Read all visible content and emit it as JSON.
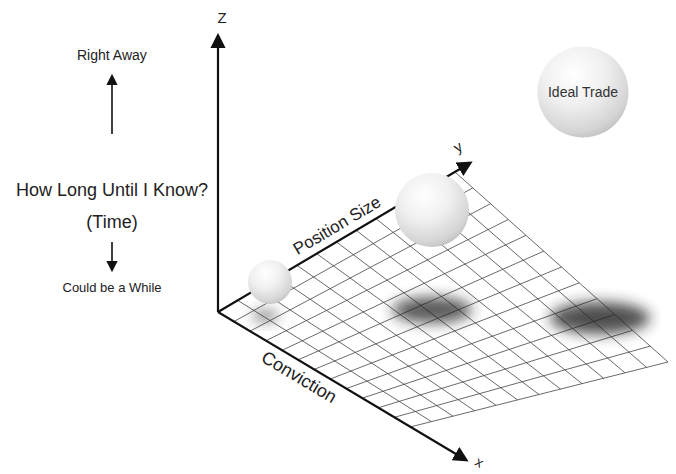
{
  "diagram": {
    "nodes": [
      {
        "text": [
          "Ideal Trade"
        ]
      }
    ],
    "labels": [
      "Z",
      "Right Away",
      "How Long Until I Know? (Time)",
      "Could be a While",
      "Position Size",
      "y",
      "Conviction",
      "x"
    ]
  }
}
